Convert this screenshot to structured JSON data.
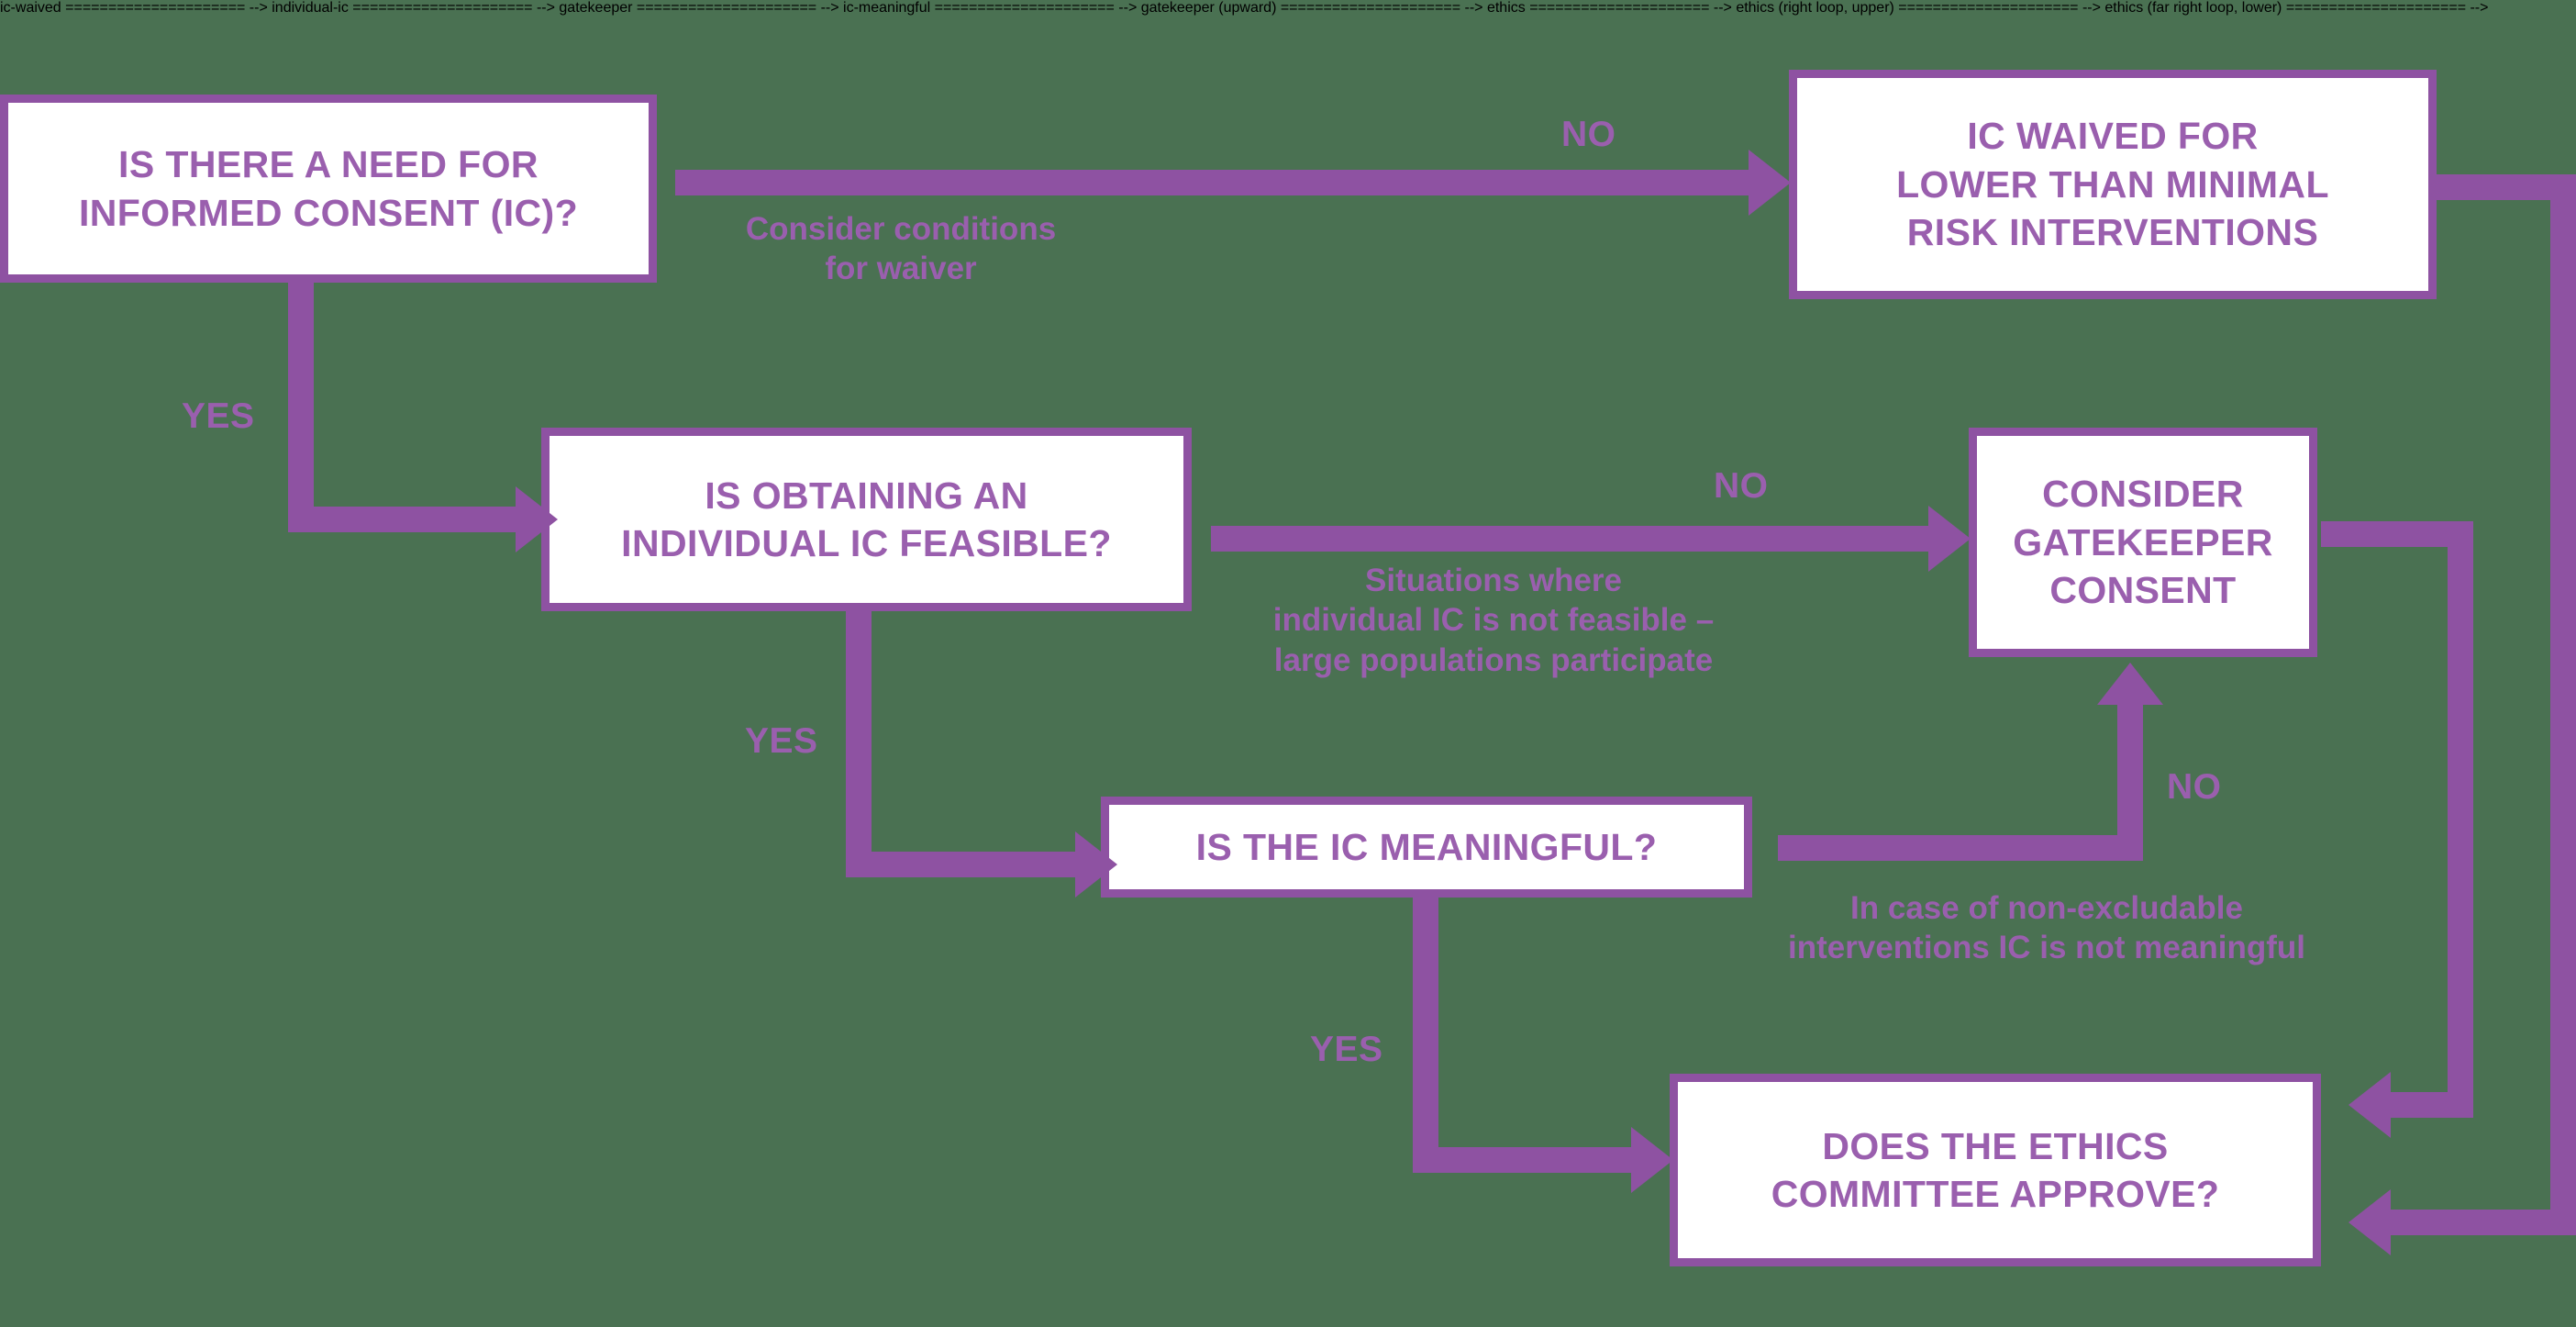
{
  "diagram": {
    "title": "Informed consent decision flowchart",
    "colors": {
      "background": "#4a7152",
      "accent": "#8e52a2",
      "text": "#9a5fae",
      "node_fill": "#ffffff"
    },
    "nodes": [
      {
        "id": "need-ic",
        "label": "IS THERE A NEED FOR\nINFORMED CONSENT (IC)?"
      },
      {
        "id": "ic-waived",
        "label": "IC WAIVED FOR\nLOWER THAN MINIMAL\nRISK INTERVENTIONS"
      },
      {
        "id": "individual-ic",
        "label": "IS OBTAINING AN\nINDIVIDUAL IC FEASIBLE?"
      },
      {
        "id": "gatekeeper",
        "label": "CONSIDER\nGATEKEEPER\nCONSENT"
      },
      {
        "id": "ic-meaningful",
        "label": "IS THE IC MEANINGFUL?"
      },
      {
        "id": "ethics",
        "label": "DOES THE ETHICS\nCOMMITTEE APPROVE?"
      }
    ],
    "edge_tags": {
      "no_waiver": "NO",
      "yes_need": "YES",
      "no_feasible": "NO",
      "yes_feasible": "YES",
      "no_meaningful": "NO",
      "yes_meaningful": "YES"
    },
    "edge_notes": {
      "waiver_conditions": "Consider conditions\nfor waiver",
      "not_feasible": "Situations where\nindividual IC is not feasible –\nlarge populations participate",
      "non_excludable": "In case of non-excludable\ninterventions IC is not meaningful"
    }
  }
}
